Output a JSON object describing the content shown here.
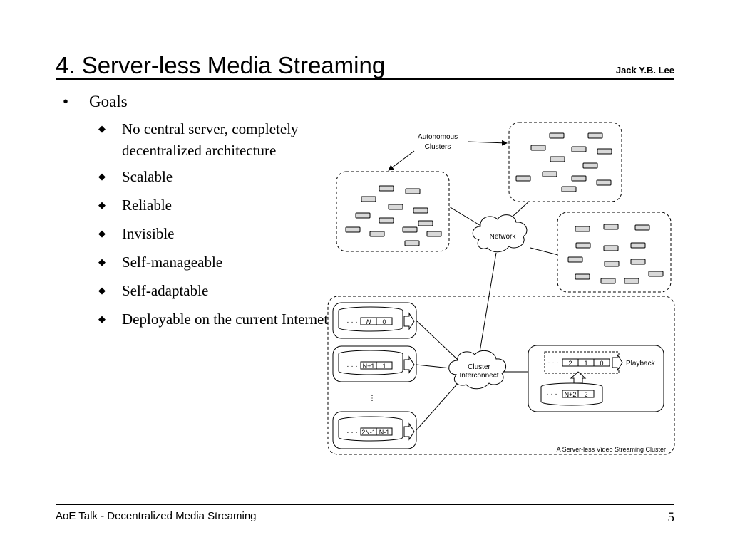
{
  "slide": {
    "title": "4. Server-less Media Streaming",
    "author": "Jack Y.B. Lee",
    "footer": "AoE Talk - Decentralized Media Streaming",
    "page_number": "5"
  },
  "content": {
    "bullet_glyph": "•",
    "sub_glyph": "◆",
    "heading": "Goals",
    "items": [
      "No central server, completely decentralized architecture",
      "Scalable",
      "Reliable",
      "Invisible",
      "Self-manageable",
      "Self-adaptable",
      "Deployable on the current Internet"
    ]
  },
  "diagram": {
    "autonomous_clusters_label_1": "Autonomous",
    "autonomous_clusters_label_2": "Clusters",
    "network_label": "Network",
    "interconnect_label_1": "Cluster",
    "interconnect_label_2": "Interconnect",
    "playback_label": "Playback",
    "cluster_caption": "A Server-less Video Streaming Cluster",
    "dots": "· · ·",
    "vdots": "⋮",
    "node1_cells": [
      "N",
      "0"
    ],
    "node2_cells": [
      "N+1",
      "1"
    ],
    "node3_cells": [
      "2N-1",
      "N-1"
    ],
    "playback_buffer_cells": [
      "2",
      "1",
      "0"
    ],
    "playback_disk_cells": [
      "N+2",
      "2"
    ]
  }
}
